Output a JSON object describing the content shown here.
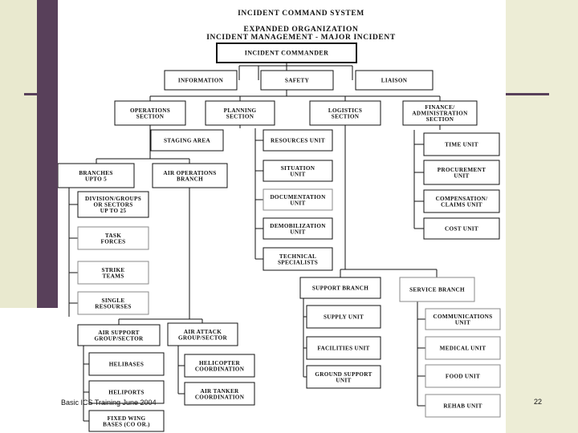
{
  "titles": {
    "line1": "INCIDENT COMMAND SYSTEM",
    "line2": "EXPANDED ORGANIZATION",
    "line3": "INCIDENT MANAGEMENT - MAJOR INCIDENT"
  },
  "boxes": {
    "commander": [
      "INCIDENT COMMANDER"
    ],
    "information": [
      "INFORMATION"
    ],
    "safety": [
      "SAFETY"
    ],
    "liaison": [
      "LIAISON"
    ],
    "operations": [
      "OPERATIONS",
      "SECTION"
    ],
    "planning": [
      "PLANNING",
      "SECTION"
    ],
    "logistics": [
      "LOGISTICS",
      "SECTION"
    ],
    "finance": [
      "FINANCE/",
      "ADMINISTRATION",
      "SECTION"
    ],
    "staging": [
      "STAGING AREA"
    ],
    "branches": [
      "BRANCHES",
      "UPTO 5"
    ],
    "air_ops": [
      "AIR OPERATIONS",
      "BRANCH"
    ],
    "divisions": [
      "DIVISION/GROUPS",
      "OR SECTORS",
      "UP TO 25"
    ],
    "task_forces": [
      "TASK",
      "FORCES"
    ],
    "strike_teams": [
      "STRIKE",
      "TEAMS"
    ],
    "single_resources": [
      "SINGLE",
      "RESOURSES"
    ],
    "resources_unit": [
      "RESOURCES UNIT"
    ],
    "situation_unit": [
      "SITUATION",
      "UNIT"
    ],
    "documentation_unit": [
      "DOCUMENTATION",
      "UNIT"
    ],
    "demobilization_unit": [
      "DEMOBILIZATION",
      "UNIT"
    ],
    "technical_specialists": [
      "TECHNICAL",
      "SPECIALISTS"
    ],
    "time_unit": [
      "TIME UNIT"
    ],
    "procurement_unit": [
      "PROCUREMENT",
      "UNIT"
    ],
    "compensation": [
      "COMPENSATION/",
      "CLAIMS UNIT"
    ],
    "cost_unit": [
      "COST UNIT"
    ],
    "support_branch": [
      "SUPPORT BRANCH"
    ],
    "supply_unit": [
      "SUPPLY UNIT"
    ],
    "facilities_unit": [
      "FACILITIES UNIT"
    ],
    "ground_support_unit": [
      "GROUND SUPPORT",
      "UNIT"
    ],
    "service_branch": [
      "SERVICE BRANCH"
    ],
    "communications_unit": [
      "COMMUNICATIONS",
      "UNIT"
    ],
    "medical_unit": [
      "MEDICAL UNIT"
    ],
    "food_unit": [
      "FOOD UNIT"
    ],
    "rehab_unit": [
      "REHAB UNIT"
    ],
    "air_support": [
      "AIR SUPPORT",
      "GROUP/SECTOR"
    ],
    "air_attack": [
      "AIR ATTACK",
      "GROUP/SECTOR"
    ],
    "helibases": [
      "HELIBASES"
    ],
    "heliports": [
      "HELIPORTS"
    ],
    "fixed_wing": [
      "FIXED WING",
      "BASES (CO OR.)"
    ],
    "helicopter_coordination": [
      "HELICOPTER",
      "COORDINATION"
    ],
    "air_tanker_coordination": [
      "AIR TANKER",
      "COORDINATION"
    ]
  },
  "footer": {
    "left": "Basic ICS Training June 2004",
    "page": "22"
  }
}
